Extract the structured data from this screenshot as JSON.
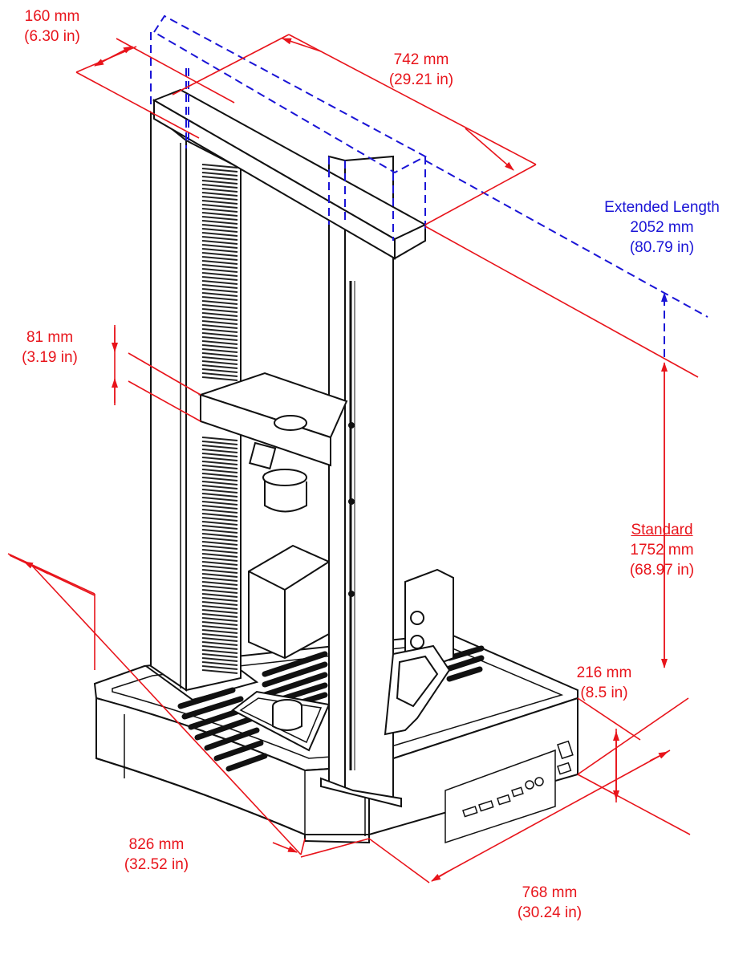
{
  "colors": {
    "dimension": "#e8141b",
    "extended": "#1a14d6",
    "outline": "#111111",
    "fill": "#ffffff",
    "slot": "#222222"
  },
  "dimensions": {
    "column_depth": {
      "metric": "160 mm",
      "imperial": "(6.30 in)"
    },
    "crosshead_span": {
      "metric": "742 mm",
      "imperial": "(29.21 in)"
    },
    "extended_length": {
      "title": "Extended Length",
      "metric": "2052 mm",
      "imperial": "(80.79 in)"
    },
    "crosshead_thickness": {
      "metric": "81 mm",
      "imperial": "(3.19 in)"
    },
    "standard_height": {
      "title": "Standard",
      "metric": "1752 mm",
      "imperial": "(68.97 in)"
    },
    "base_height": {
      "metric": "216 mm",
      "imperial": "(8.5 in)"
    },
    "base_width": {
      "metric": "826 mm",
      "imperial": "(32.52 in)"
    },
    "base_depth": {
      "metric": "768 mm",
      "imperial": "(30.24 in)"
    }
  }
}
